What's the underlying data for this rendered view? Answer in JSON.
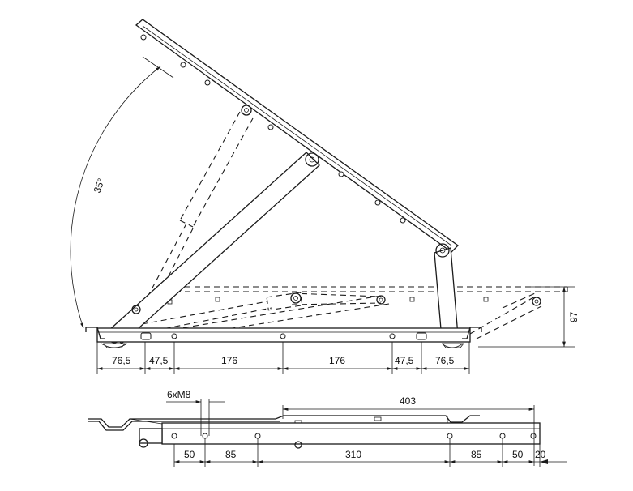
{
  "side_view": {
    "angle_label": "35°",
    "height_label": "97",
    "dims": [
      "76,5",
      "47,5",
      "176",
      "176",
      "47,5",
      "76,5"
    ]
  },
  "top_view": {
    "thread_label": "6xM8",
    "overall_label": "403",
    "dims": [
      "50",
      "85",
      "310",
      "85",
      "50",
      "20"
    ]
  }
}
